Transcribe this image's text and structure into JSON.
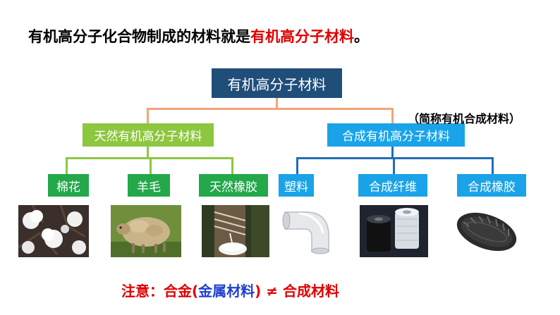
{
  "heading": {
    "prefix": "有机高分子化合物制成的材料就是",
    "highlight": "有机高分子材料",
    "suffix": "。"
  },
  "tree": {
    "root": "有机高分子材料",
    "natural": {
      "label": "天然有机高分子材料",
      "children": [
        "棉花",
        "羊毛",
        "天然橡胶"
      ]
    },
    "synthetic": {
      "label": "合成有机高分子材料",
      "note": "（简称有机合成材料）",
      "children": [
        "塑料",
        "合成纤维",
        "合成橡胶"
      ]
    }
  },
  "notice": {
    "part1": "注意：合金(",
    "part2": "金属材料",
    "part3": ") ≠ 合成材料"
  },
  "colors": {
    "root": "#1f4e79",
    "natural": "#8dc63f",
    "natural_leaf": "#23a84a",
    "synthetic": "#1aa3e8",
    "connector_root": "#f4a27a",
    "connector_synthetic": "#1f6fb5",
    "emphasis": "#e00000"
  }
}
